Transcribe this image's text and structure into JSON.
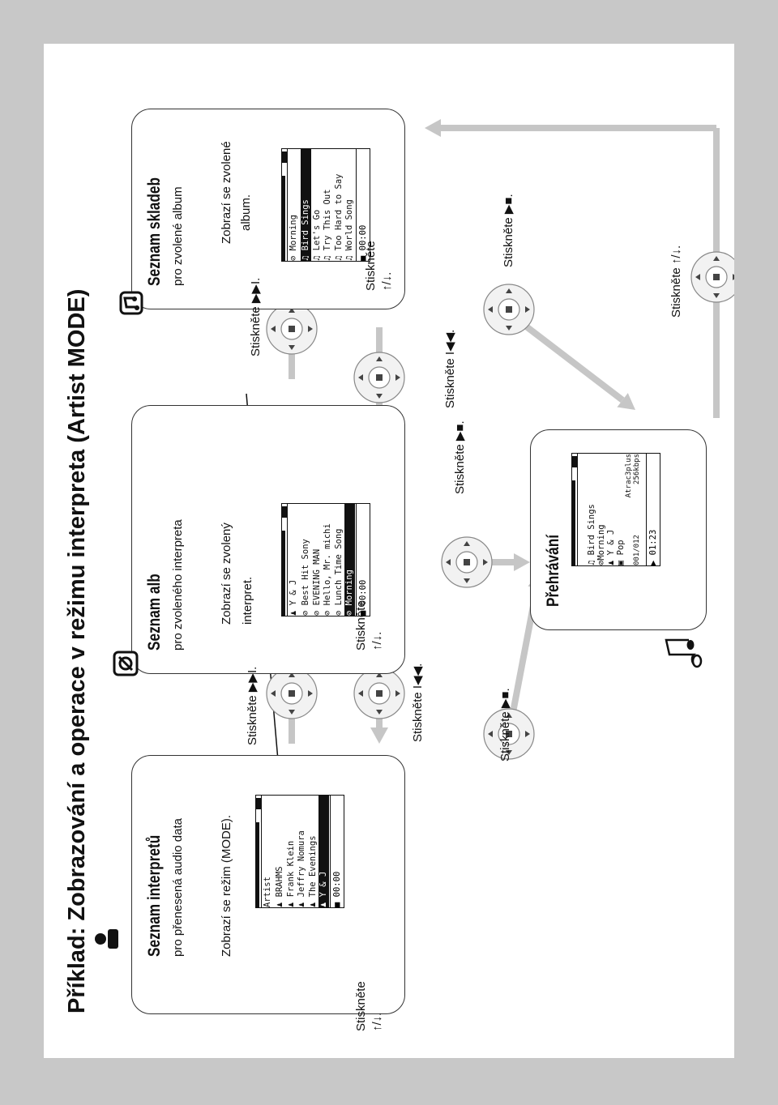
{
  "title": "Příklad: Zobrazování a operace v režimu interpreta (Artist MODE)",
  "colors": {
    "arrow": "#c6c6c6",
    "frame": "#c8c8c8",
    "ink": "#111111"
  },
  "panels": {
    "artists": {
      "title": "Seznam interpretů",
      "subtitle": "pro přenesená audio data",
      "note": "Zobrazí se režim (MODE).",
      "press": "Stiskněte",
      "press_keys": "↑/↓.",
      "icon": "artist-icon",
      "lcd": {
        "header": "Artist",
        "rows": [
          "BRAHMS",
          "Frank Klein",
          "Jeffry Nomura",
          "The Evenings",
          "Y & J"
        ],
        "selected": 4,
        "time": "00:00",
        "progress": 0.78
      }
    },
    "albums": {
      "title": "Seznam alb",
      "subtitle": "pro zvoleného interpreta",
      "note_line1": "Zobrazí se zvolený",
      "note_line2": "interpret.",
      "press": "Stiskněte",
      "press_keys": "↑/↓.",
      "icon": "album-icon",
      "lcd": {
        "header": "Y & J",
        "rows": [
          "Best Hit Sony",
          "EVENING MAN",
          "Hello, Mr. michi",
          "Lunch Time Song",
          "Morning"
        ],
        "selected": 4,
        "time": "00:00",
        "progress": 0.78
      }
    },
    "tracks": {
      "title": "Seznam skladeb",
      "subtitle": "pro zvolené album",
      "note_line1": "Zobrazí se zvolené",
      "note_line2": "album.",
      "press": "Stiskněte",
      "press_keys": "↑/↓.",
      "icon": "track-list-icon",
      "lcd": {
        "header": "Morning",
        "rows": [
          "Bird Sings",
          "Let's Go",
          "Try This Out",
          "Too Hard to Say",
          "World Song"
        ],
        "selected": 0,
        "time": "00:00",
        "progress": 0.78
      }
    },
    "playback": {
      "title": "Přehrávání",
      "lcd": {
        "track": "Bird Sings",
        "album": "Morning",
        "artist": "Y & J",
        "genre": "Pop",
        "codec": "Atrac3plus",
        "bitrate": "256kbps",
        "counter": "001/012",
        "time": "01:23",
        "progress": 0.78
      }
    }
  },
  "actions": {
    "next_1": "Stiskněte ▶▶I.",
    "prev_1": "Stiskněte I◀◀.",
    "next_2": "Stiskněte ▶▶I.",
    "prev_2": "Stiskněte I◀◀.",
    "play_1": "Stiskněte ▶■.",
    "play_2": "Stiskněte ▶■.",
    "play_3": "Stiskněte ▶■.",
    "back_updown": "Stiskněte ↑/↓."
  }
}
